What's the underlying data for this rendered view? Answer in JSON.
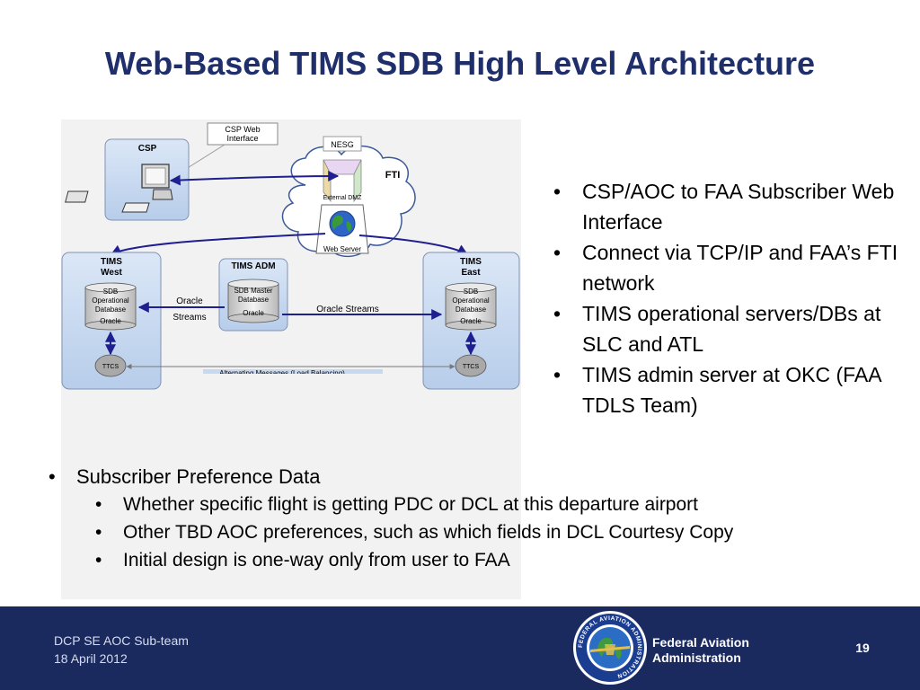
{
  "title": "Web-Based TIMS SDB High Level Architecture",
  "diagram": {
    "csp_web_interface": [
      "CSP Web",
      "Interface"
    ],
    "csp": "CSP",
    "nesg": "NESG",
    "fti": "FTI",
    "external_dmz": "External DMZ",
    "web_server": "Web Server",
    "tims_west": [
      "TIMS",
      "West"
    ],
    "tims_adm": "TIMS ADM",
    "tims_east": [
      "TIMS",
      "East"
    ],
    "sdb_operational_db": [
      "SDB",
      "Operational",
      "Database"
    ],
    "sdb_master_db": [
      "SDB Master",
      "Database"
    ],
    "oracle": "Oracle",
    "oracle_streams_left": [
      "Oracle",
      "Streams"
    ],
    "oracle_streams_right": "Oracle Streams",
    "ttcs": "TTCS",
    "alternating_messages": "Alternating Messages (Load Balancing)"
  },
  "right_bullets": [
    "CSP/AOC to FAA Subscriber Web Interface",
    "Connect via TCP/IP and FAA’s FTI network",
    "TIMS operational servers/DBs at SLC and ATL",
    "TIMS admin server at OKC (FAA TDLS Team)"
  ],
  "bottom": {
    "main": "Subscriber Preference Data",
    "subs": [
      "Whether specific flight is getting PDC or DCL at this departure airport",
      "Other TBD AOC preferences, such as which fields in DCL Courtesy Copy",
      "Initial design is one-way only from user to FAA"
    ]
  },
  "footer": {
    "team": "DCP SE AOC Sub-team",
    "date": "18 April 2012",
    "agency": [
      "Federal Aviation",
      "Administration"
    ],
    "page": "19",
    "seal_text": "FEDERAL AVIATION ADMINISTRATION"
  },
  "colors": {
    "title": "#1f2f6b",
    "footer_bg": "#1b2a5e",
    "box_fill": "#c6d9f1",
    "arrow": "#1f1f8f"
  }
}
